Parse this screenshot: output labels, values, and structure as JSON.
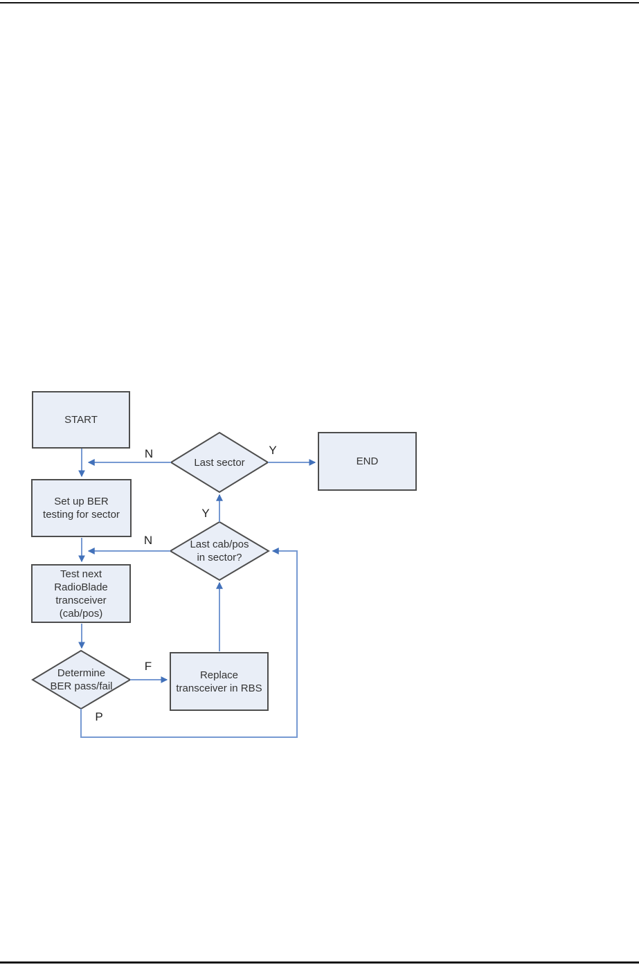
{
  "colors": {
    "node_fill": "#e9eef7",
    "node_border": "#4d4d4d",
    "connector": "#7699d2",
    "arrowhead": "#4271ba",
    "label_text": "#333333",
    "page_rule": "#141414"
  },
  "nodes": {
    "start": {
      "lines": [
        "START"
      ]
    },
    "last_sector": {
      "lines": [
        "Last sector"
      ]
    },
    "end": {
      "lines": [
        "END"
      ]
    },
    "setup_ber": {
      "lines": [
        "Set up BER",
        "testing for sector"
      ]
    },
    "last_cabpos": {
      "lines": [
        "Last cab/pos",
        "in sector?"
      ]
    },
    "test_next": {
      "lines": [
        "Test next",
        "RadioBlade",
        "transceiver",
        "(cab/pos)"
      ]
    },
    "determine_ber": {
      "lines": [
        "Determine",
        "BER pass/fail"
      ]
    },
    "replace": {
      "lines": [
        "Replace",
        "transceiver in RBS"
      ]
    }
  },
  "edge_labels": {
    "last_sector_no": "N",
    "last_sector_yes": "Y",
    "last_cabpos_yes": "Y",
    "last_cabpos_no": "N",
    "ber_fail": "F",
    "ber_pass": "P"
  }
}
